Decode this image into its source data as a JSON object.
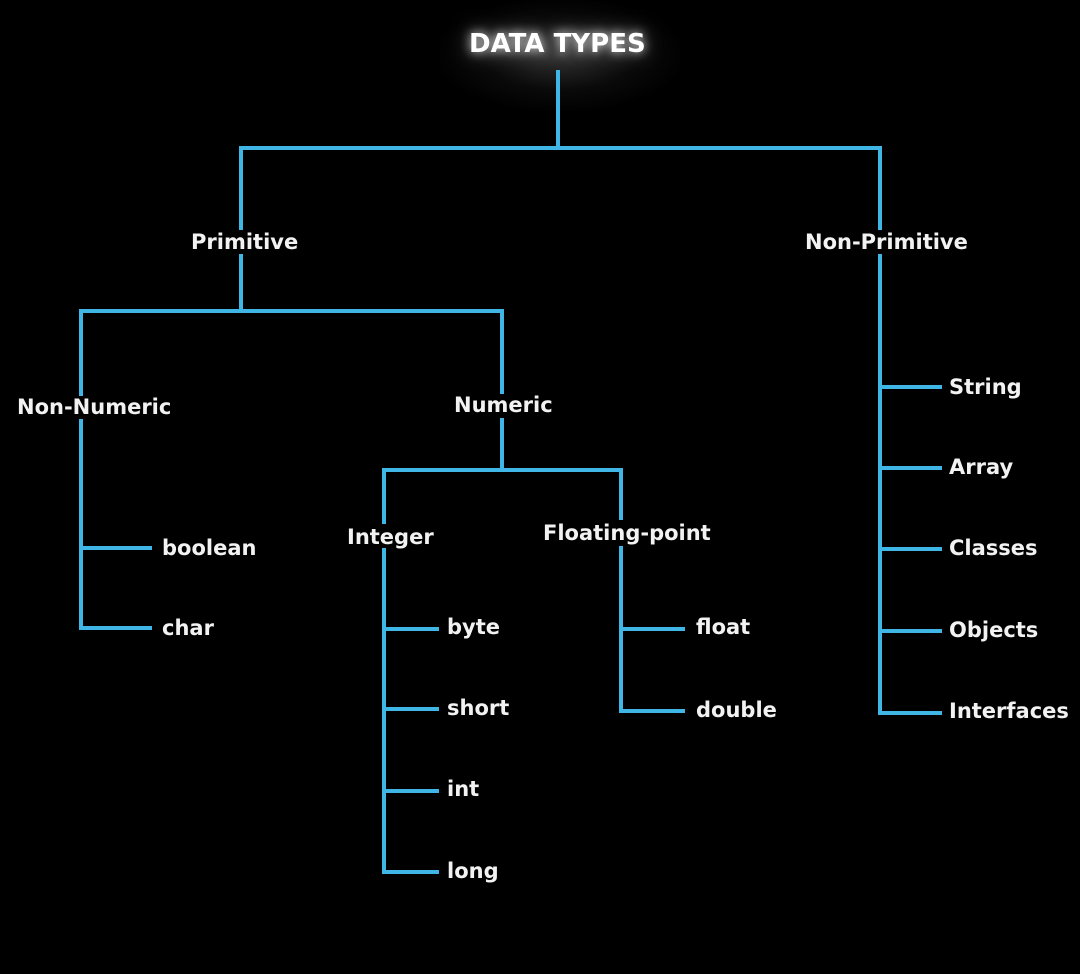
{
  "title": "DATA TYPES",
  "colors": {
    "background": "#000000",
    "line": "#3fb6e6",
    "text": "#f2f2f2"
  },
  "nodes": {
    "primitive": "Primitive",
    "non_primitive": "Non-Primitive",
    "non_numeric": "Non-Numeric",
    "numeric": "Numeric",
    "integer": "Integer",
    "floating_point": "Floating-point"
  },
  "leaves": {
    "boolean": "boolean",
    "char": "char",
    "byte": "byte",
    "short": "short",
    "int": "int",
    "long": "long",
    "float": "float",
    "double": "double",
    "string": "String",
    "array": "Array",
    "classes": "Classes",
    "objects": "Objects",
    "interfaces": "Interfaces"
  }
}
